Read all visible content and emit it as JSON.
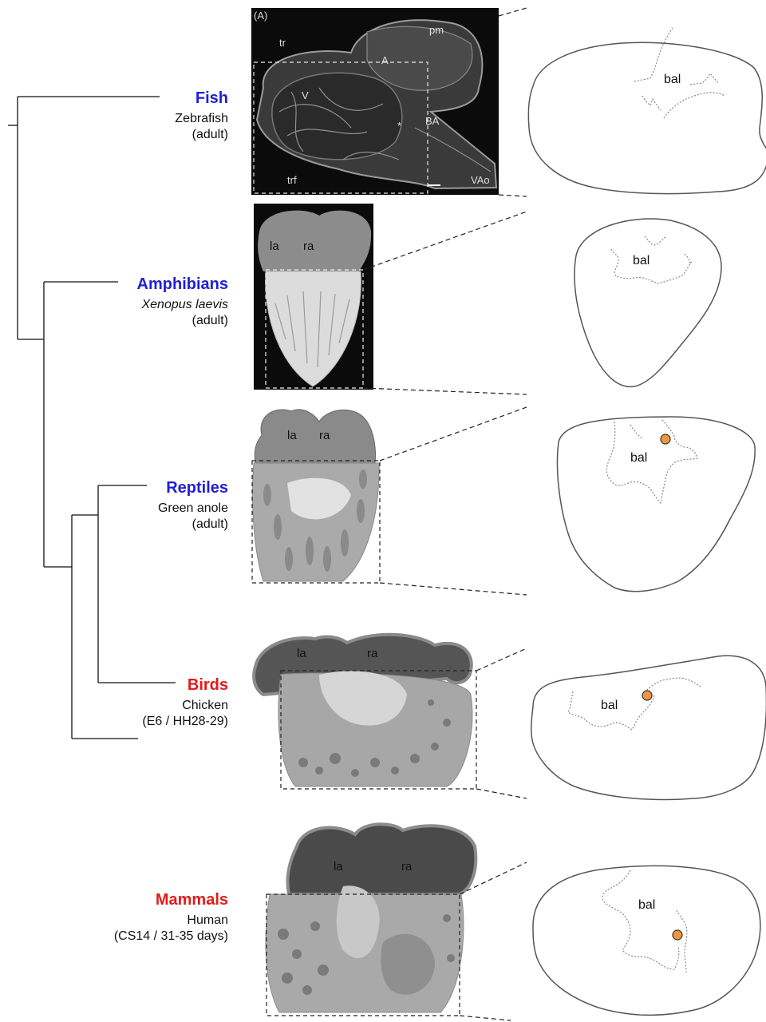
{
  "groups": [
    {
      "name": "Fish",
      "species": "Zebrafish",
      "species_italic": false,
      "stage": "(adult)",
      "color": "#1f1fd6"
    },
    {
      "name": "Amphibians",
      "species": "Xenopus laevis",
      "species_italic": true,
      "stage": "(adult)",
      "color": "#1f1fd6"
    },
    {
      "name": "Reptiles",
      "species": "Green anole",
      "species_italic": false,
      "stage": "(adult)",
      "color": "#1f1fd6"
    },
    {
      "name": "Birds",
      "species": "Chicken",
      "species_italic": false,
      "stage": "(E6 / HH28-29)",
      "color": "#e01b1b"
    },
    {
      "name": "Mammals",
      "species": "Human",
      "species_italic": false,
      "stage": "(CS14 / 31-35 days)",
      "color": "#e01b1b"
    }
  ],
  "fish_panel": {
    "panel_label": "(A)",
    "labels": [
      "tr",
      "pm",
      "A",
      "V",
      "BA",
      "trf",
      "VAo",
      "*"
    ]
  },
  "atria_labels": {
    "left": "la",
    "right": "ra"
  },
  "schematic": {
    "label": "bal",
    "marker_color": "#f0963c"
  },
  "colors": {
    "tree": "#111111",
    "outline": "#555555",
    "dotted": "#888888"
  }
}
